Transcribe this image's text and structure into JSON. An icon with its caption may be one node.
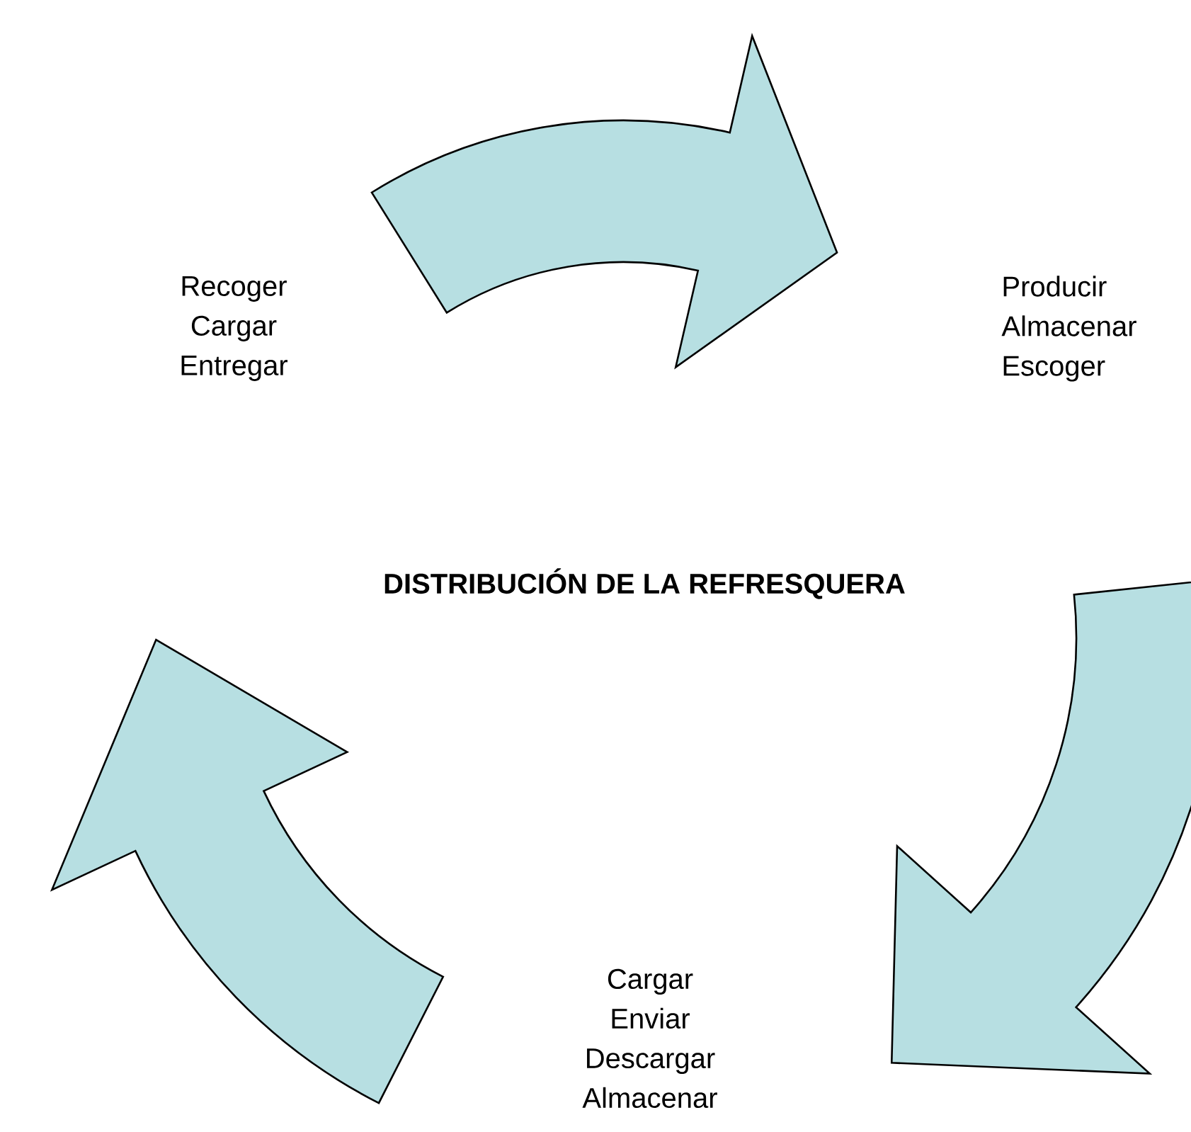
{
  "diagram": {
    "title": "DISTRIBUCIÓN DE LA REFRESQUERA",
    "nodes": [
      {
        "text": [
          "Recoger Cargar Entregar"
        ]
      },
      {
        "text": [
          "Producir Almacenar Escoger"
        ]
      },
      {
        "text": [
          "Cargar Enviar Descargar Almacenar"
        ]
      }
    ],
    "edges": [
      {
        "from": 0,
        "to": 1,
        "arrow": "to"
      },
      {
        "from": 1,
        "to": 2,
        "arrow": "to"
      },
      {
        "from": 2,
        "to": 0,
        "arrow": "to"
      }
    ]
  }
}
